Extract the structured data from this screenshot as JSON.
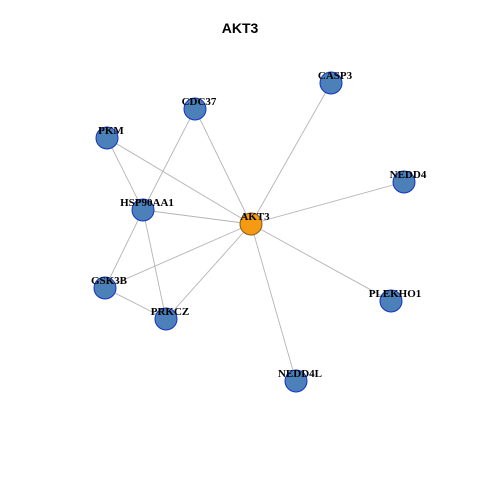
{
  "title": "AKT3",
  "colors": {
    "center_fill": "#f59a12",
    "center_stroke": "#8a5a10",
    "node_fill": "#4b80b8",
    "node_stroke": "#1530c8",
    "edge": "#b4b4b4"
  },
  "nodes": [
    {
      "id": "AKT3",
      "label": "AKT3",
      "center": true
    },
    {
      "id": "CASP3",
      "label": "CASP3"
    },
    {
      "id": "CDC37",
      "label": "CDC37"
    },
    {
      "id": "PKM",
      "label": "PKM"
    },
    {
      "id": "NEDD4",
      "label": "NEDD4"
    },
    {
      "id": "HSP90AA1",
      "label": "HSP90AA1"
    },
    {
      "id": "GSK3B",
      "label": "GSK3B"
    },
    {
      "id": "PRKCZ",
      "label": "PRKCZ"
    },
    {
      "id": "PLEKHO1",
      "label": "PLEKHO1"
    },
    {
      "id": "NEDD4L",
      "label": "NEDD4L"
    }
  ],
  "edges": [
    [
      "AKT3",
      "CASP3"
    ],
    [
      "AKT3",
      "CDC37"
    ],
    [
      "AKT3",
      "PKM"
    ],
    [
      "AKT3",
      "NEDD4"
    ],
    [
      "AKT3",
      "HSP90AA1"
    ],
    [
      "AKT3",
      "GSK3B"
    ],
    [
      "AKT3",
      "PRKCZ"
    ],
    [
      "AKT3",
      "PLEKHO1"
    ],
    [
      "AKT3",
      "NEDD4L"
    ],
    [
      "CDC37",
      "HSP90AA1"
    ],
    [
      "PKM",
      "HSP90AA1"
    ],
    [
      "HSP90AA1",
      "GSK3B"
    ],
    [
      "HSP90AA1",
      "PRKCZ"
    ],
    [
      "GSK3B",
      "PRKCZ"
    ]
  ]
}
